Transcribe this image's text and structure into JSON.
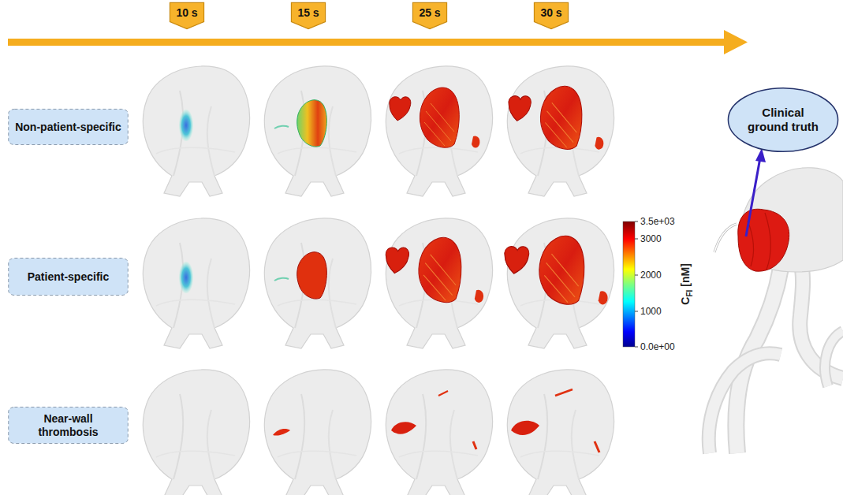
{
  "diagram": {
    "nodes": [
      {
        "text": [
          "10 s"
        ]
      },
      {
        "text": [
          "15 s"
        ]
      },
      {
        "text": [
          "25 s"
        ]
      },
      {
        "text": [
          "30 s"
        ]
      },
      {
        "text": [
          "Non-patient-specific"
        ]
      },
      {
        "text": [
          "Patient-specific"
        ]
      },
      {
        "text": [
          "Near-wall thrombosis"
        ]
      },
      {
        "text": [
          "Clinical ground truth"
        ]
      }
    ],
    "labels": [
      "3.5e+03",
      "3000",
      "2000",
      "1000",
      "0.0e+00",
      "C",
      "FI",
      "[nM]"
    ]
  }
}
